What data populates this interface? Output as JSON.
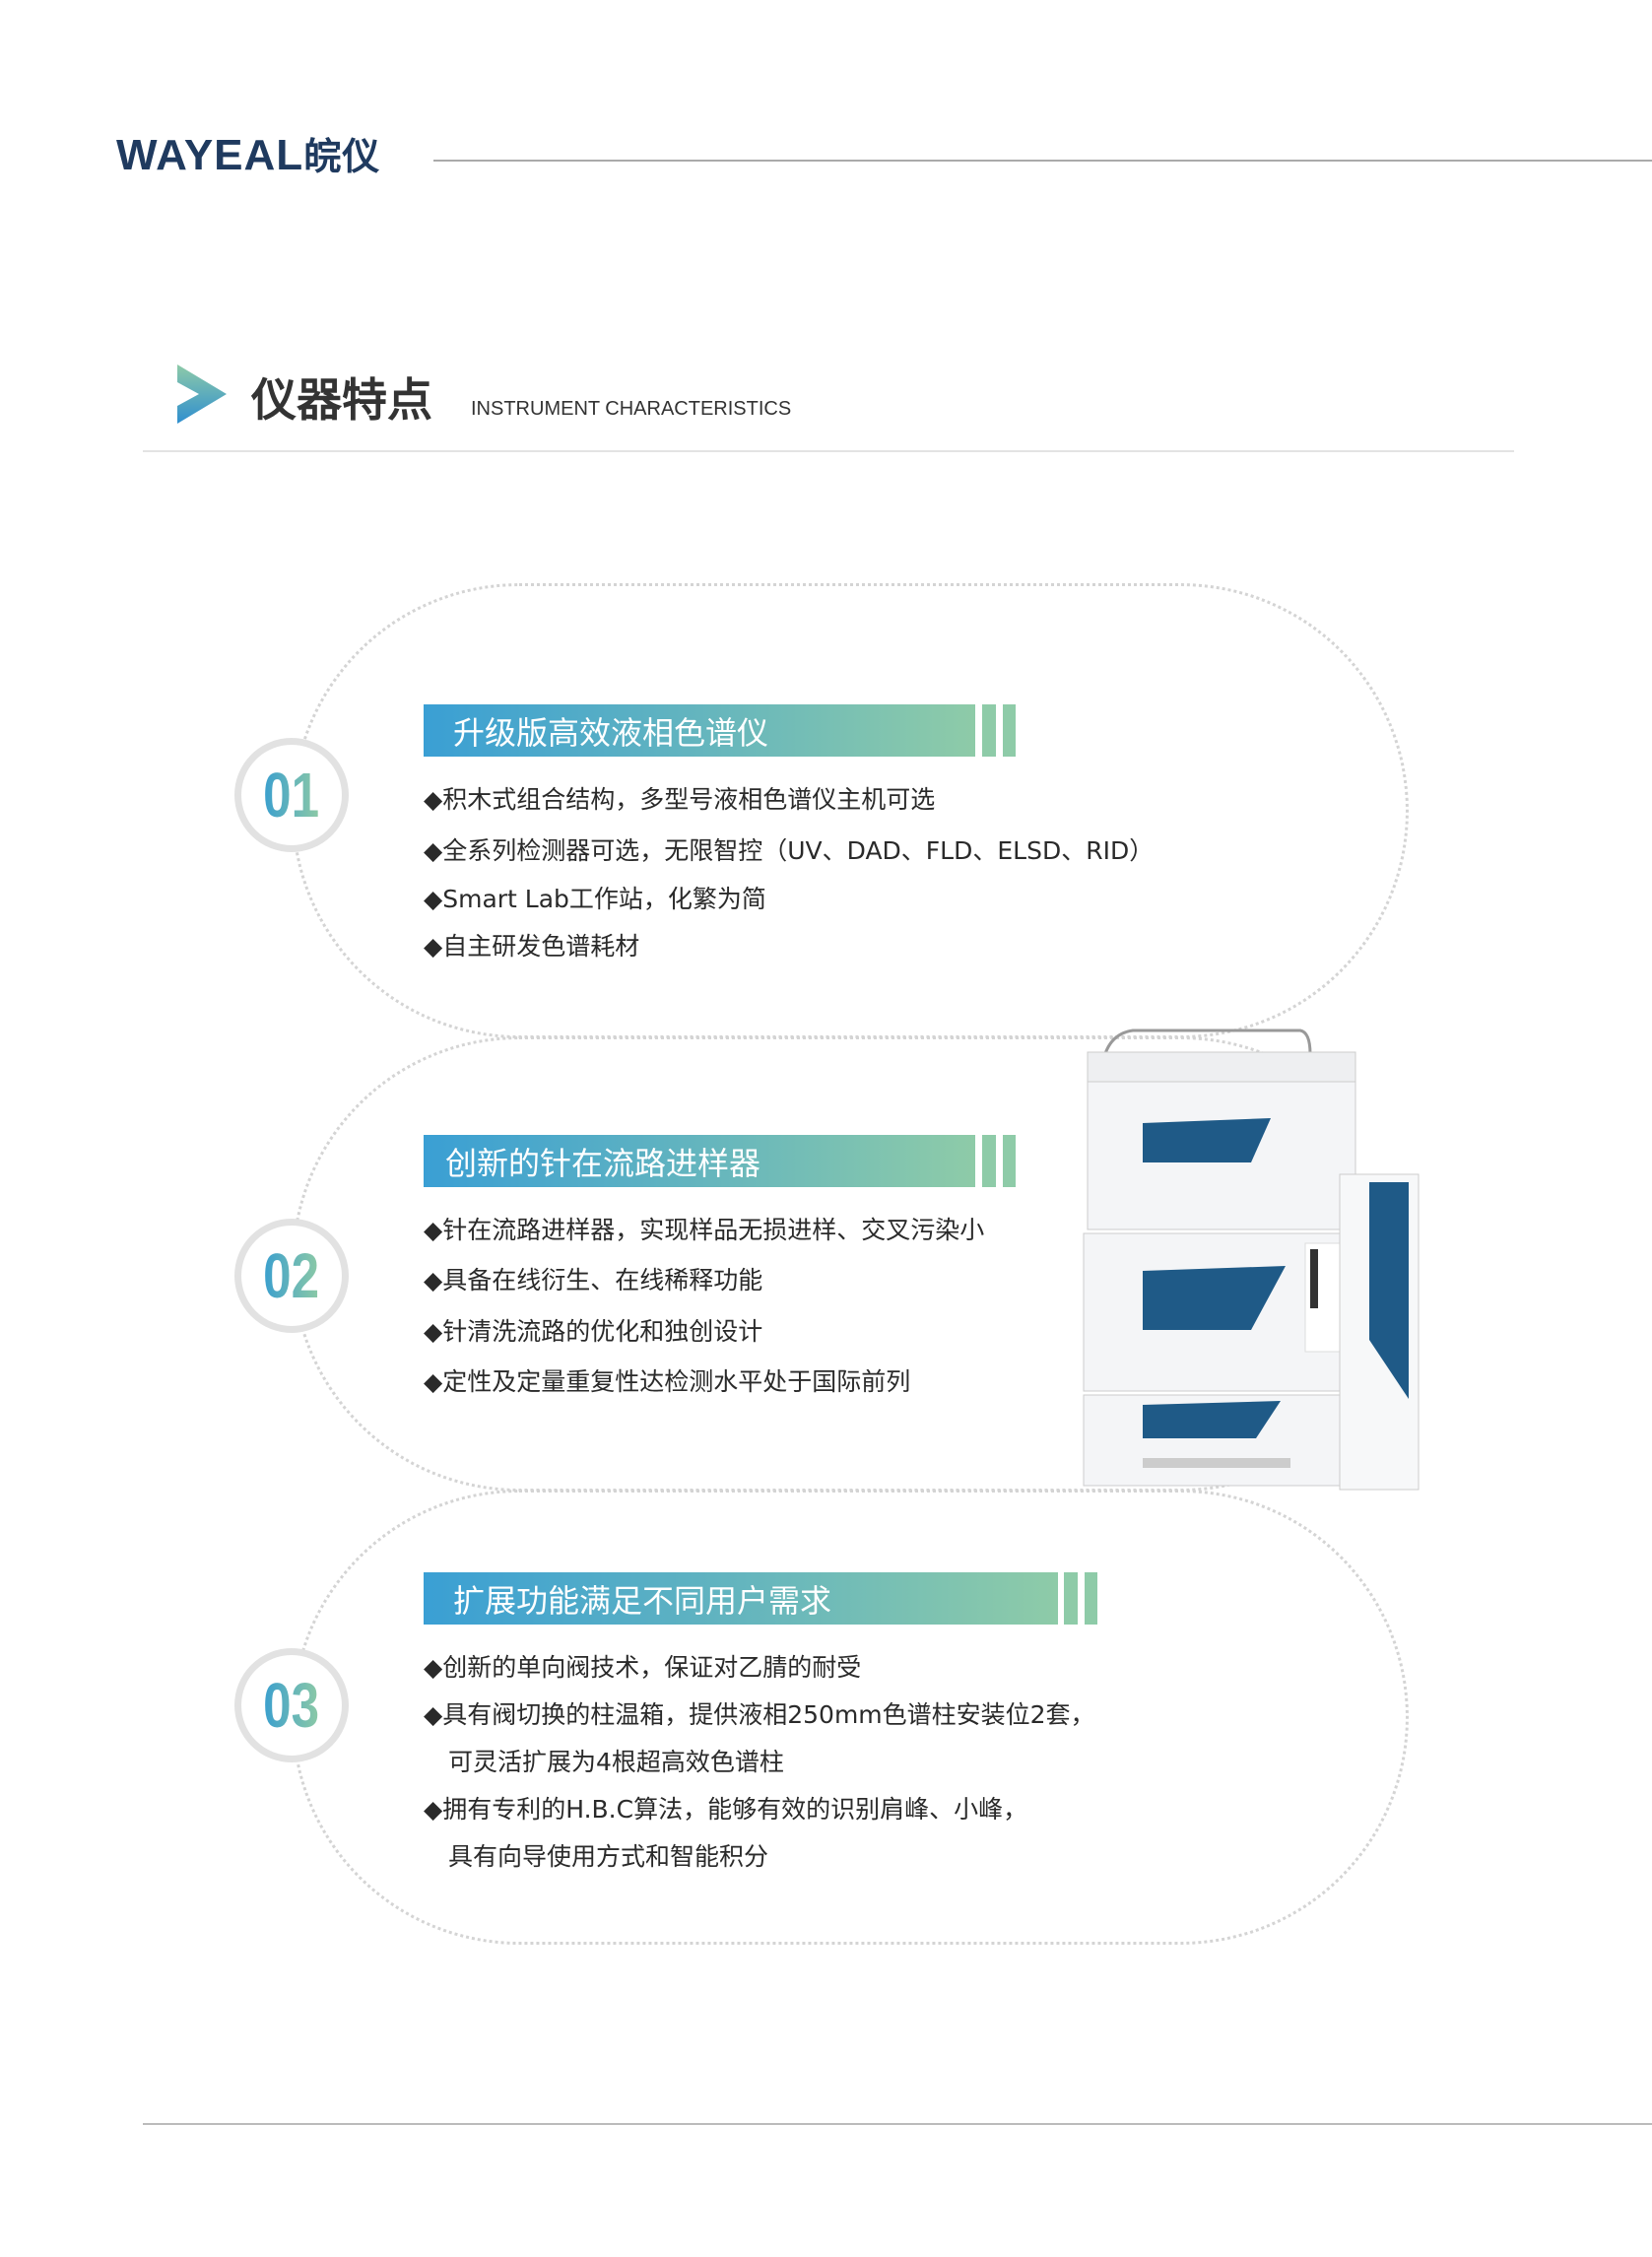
{
  "header": {
    "logo_en": "WAYEAL",
    "logo_cn": "皖仪"
  },
  "section": {
    "title": "仪器特点",
    "subtitle": "INSTRUMENT CHARACTERISTICS"
  },
  "features": [
    {
      "number": "01",
      "title": "升级版高效液相色谱仪",
      "bullets": [
        "◆积木式组合结构，多型号液相色谱仪主机可选",
        "◆全系列检测器可选，无限智控（UV、DAD、FLD、ELSD、RID）",
        "◆Smart Lab工作站，化繁为简",
        "◆自主研发色谱耗材"
      ]
    },
    {
      "number": "02",
      "title": "创新的针在流路进样器",
      "bullets": [
        "◆针在流路进样器，实现样品无损进样、交叉污染小",
        "◆具备在线衍生、在线稀释功能",
        "◆针清洗流路的优化和独创设计",
        "◆定性及定量重复性达检测水平处于国际前列"
      ]
    },
    {
      "number": "03",
      "title": "扩展功能满足不同用户需求",
      "bullets": [
        "◆创新的单向阀技术，保证对乙腈的耐受",
        "◆具有阀切换的柱温箱，提供液相250mm色谱柱安装位2套，",
        "　可灵活扩展为4根超高效色谱柱",
        "◆拥有专利的H.B.C算法，能够有效的识别肩峰、小峰，",
        "　具有向导使用方式和智能积分"
      ]
    }
  ],
  "colors": {
    "brand": "#1f3a5f",
    "gradient_start": "#3a9fd4",
    "gradient_end": "#8ecba8"
  }
}
